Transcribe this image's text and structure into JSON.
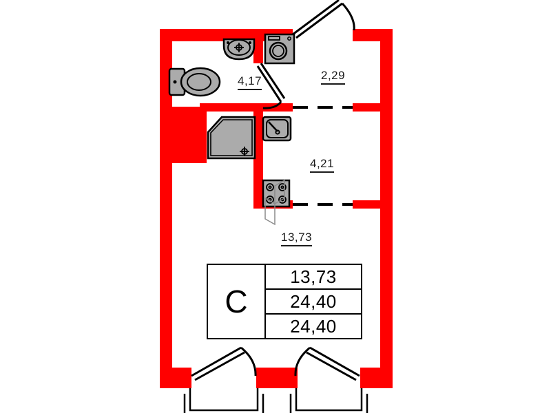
{
  "plan": {
    "wall_color": "#FF0000",
    "fixture_fill": "#ABABAB",
    "fixture_stroke": "#000000",
    "line_color": "#000000",
    "background": "#FFFFFF"
  },
  "rooms": [
    {
      "name": "bathroom",
      "area_label": "4,17",
      "id": "lbl-417"
    },
    {
      "name": "hallway",
      "area_label": "2,29",
      "id": "lbl-229"
    },
    {
      "name": "kitchen-niche",
      "area_label": "4,21",
      "id": "lbl-421"
    },
    {
      "name": "living-room",
      "area_label": "13,73",
      "id": "lbl-1373"
    }
  ],
  "legend": {
    "apartment_type": "С",
    "values": [
      "13,73",
      "24,40",
      "24,40"
    ]
  },
  "fixtures": [
    {
      "name": "toilet"
    },
    {
      "name": "washbasin"
    },
    {
      "name": "washing-machine"
    },
    {
      "name": "shower-tray"
    },
    {
      "name": "kitchen-sink"
    },
    {
      "name": "stove"
    }
  ],
  "openings": [
    {
      "name": "entrance-door"
    },
    {
      "name": "bathroom-door"
    },
    {
      "name": "balcony-door-left"
    },
    {
      "name": "balcony-door-right"
    }
  ]
}
